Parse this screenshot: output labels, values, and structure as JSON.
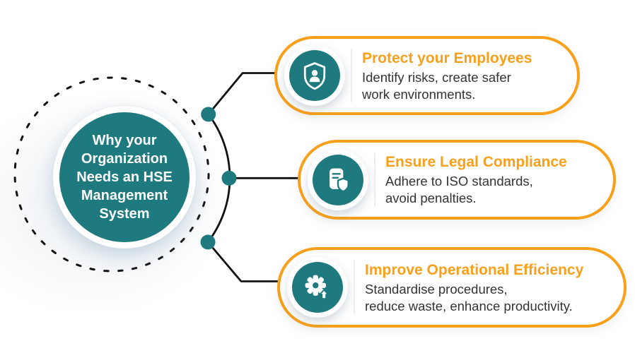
{
  "center": {
    "lines": [
      "Why your",
      "Organization",
      "Needs an HSE",
      "Management",
      "System"
    ]
  },
  "cards": [
    {
      "title": "Protect your Employees",
      "desc1": "Identify risks, create safer",
      "desc2": "work environments.",
      "icon": "shield-user-icon"
    },
    {
      "title": "Ensure Legal Compliance",
      "desc1": "Adhere to ISO standards,",
      "desc2": "avoid penalties.",
      "icon": "document-shield-icon"
    },
    {
      "title": "Improve Operational Efficiency",
      "desc1": "Standardise procedures,",
      "desc2": "reduce waste, enhance productivity.",
      "icon": "gear-up-arrow-icon"
    }
  ],
  "colors": {
    "teal": "#1E7A7E",
    "orange": "#F9A01B",
    "body_text": "#333333",
    "connector_black": "#121212"
  }
}
